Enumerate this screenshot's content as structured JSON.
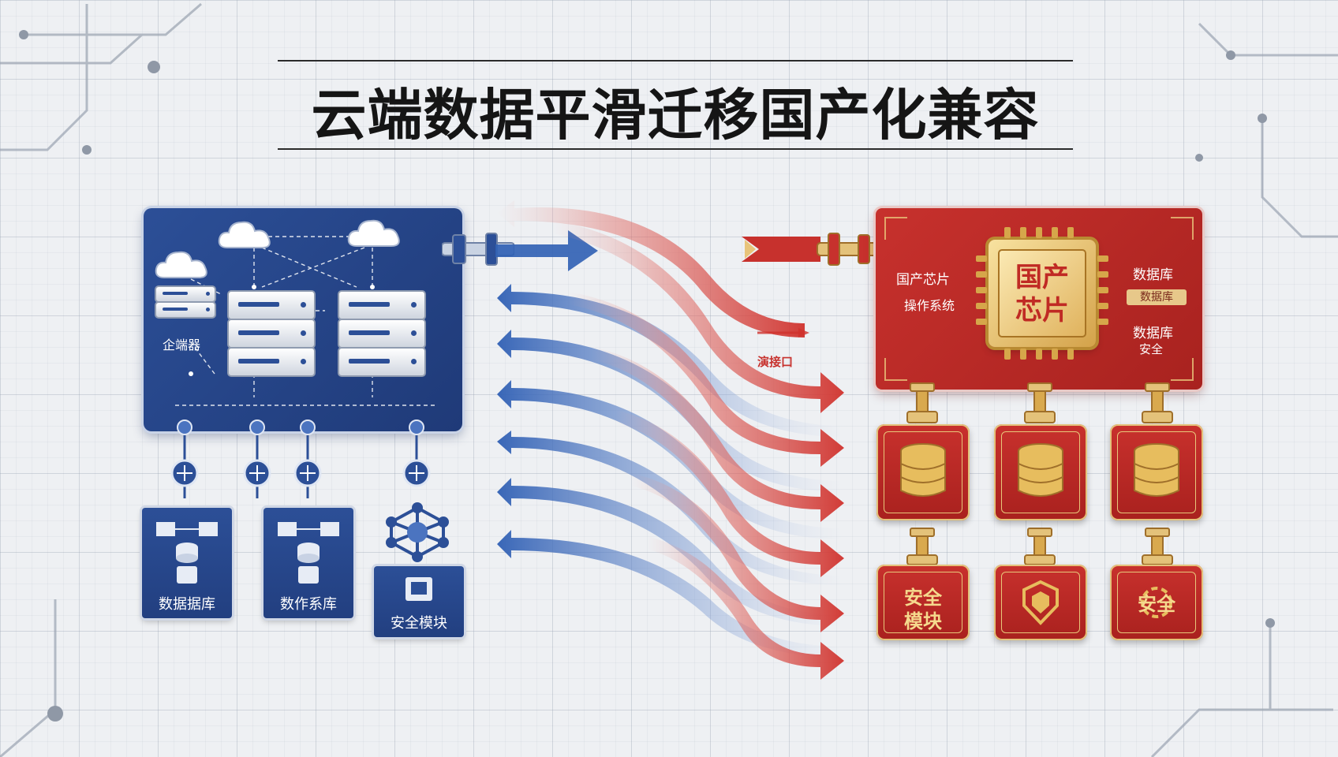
{
  "title": "云端数据平滑迁移国产化兼容",
  "left": {
    "server_label": "企端器",
    "cards": [
      {
        "label": "数据据库"
      },
      {
        "label": "数作系库"
      },
      {
        "label": "安全模块"
      }
    ]
  },
  "middle": {
    "interface_label": "演接口"
  },
  "right": {
    "chip_text_line1": "国产",
    "chip_text_line2": "芯片",
    "labels_left": [
      "国产芯片",
      "操作系统"
    ],
    "labels_right": [
      "数据库",
      "数据库",
      "安全"
    ],
    "badge": "数据库",
    "bottom_blocks": [
      {
        "line1": "安全",
        "line2": "模块"
      },
      {
        "line1": "",
        "line2": ""
      },
      {
        "line1": "安全",
        "line2": ""
      }
    ]
  },
  "colors": {
    "blue": "#2c4f97",
    "red": "#c7312d",
    "gold": "#e4c27a"
  },
  "icons": [
    "cloud-icon",
    "server-icon",
    "network-node-icon",
    "database-icon",
    "chip-icon",
    "shield-icon",
    "arrow-icon"
  ]
}
